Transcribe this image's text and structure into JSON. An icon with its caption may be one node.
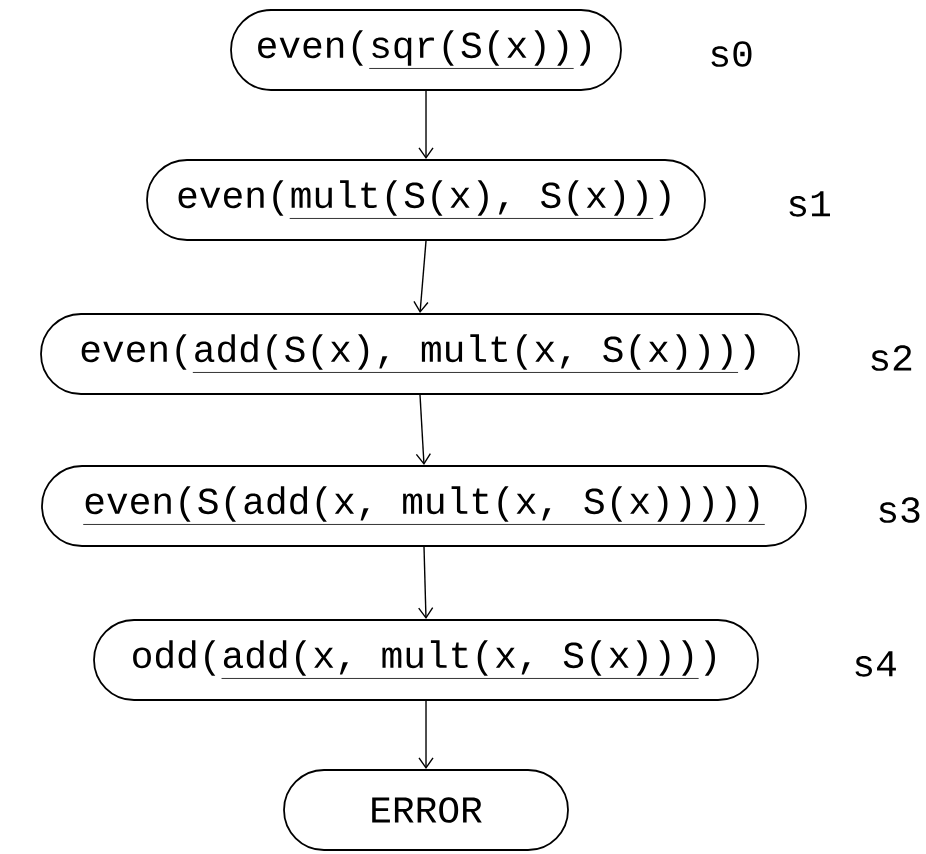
{
  "diagram": {
    "nodes": [
      {
        "text": [
          "even(",
          "sqr(S(x))",
          ")"
        ],
        "beside": [
          "s0"
        ]
      },
      {
        "text": [
          "even(",
          "mult(S(x), S(x))",
          ")"
        ],
        "beside": [
          "s1"
        ]
      },
      {
        "text": [
          "even(",
          "add(S(x), mult(x, S(x)))",
          ")"
        ],
        "beside": [
          "s2"
        ]
      },
      {
        "text": [
          "even(S(add(x, mult(x, S(x)))))"
        ],
        "beside": [
          "s3"
        ]
      },
      {
        "text": [
          "odd(",
          "add(x, mult(x, S(x)))",
          ")"
        ],
        "beside": [
          "s4"
        ]
      },
      {
        "text": [
          "ERROR"
        ]
      }
    ],
    "edges": [
      {
        "from": 0,
        "to": 1,
        "arrow": "to"
      },
      {
        "from": 1,
        "to": 2,
        "arrow": "to"
      },
      {
        "from": 2,
        "to": 3,
        "arrow": "to"
      },
      {
        "from": 3,
        "to": 4,
        "arrow": "to"
      },
      {
        "from": 4,
        "to": 5,
        "arrow": "to"
      }
    ]
  }
}
